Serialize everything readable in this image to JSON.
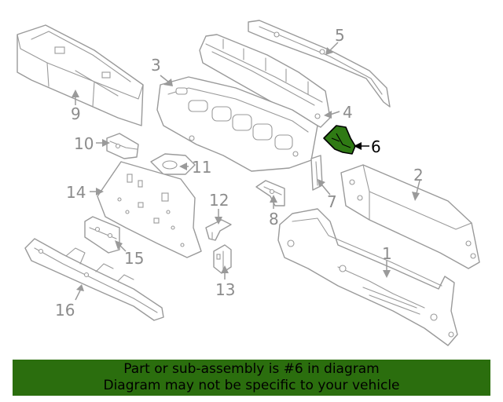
{
  "diagram": {
    "callouts": [
      "1",
      "2",
      "3",
      "4",
      "5",
      "6",
      "7",
      "8",
      "9",
      "10",
      "11",
      "12",
      "13",
      "14",
      "15",
      "16"
    ],
    "highlighted_part": "6",
    "colors": {
      "highlight": "#2f7a14",
      "line": "#9a9a9a",
      "banner": "#2b6e0e"
    }
  },
  "banner": {
    "line1": "Part or sub-assembly is #6 in diagram",
    "line2": "Diagram may not be specific to your vehicle"
  }
}
